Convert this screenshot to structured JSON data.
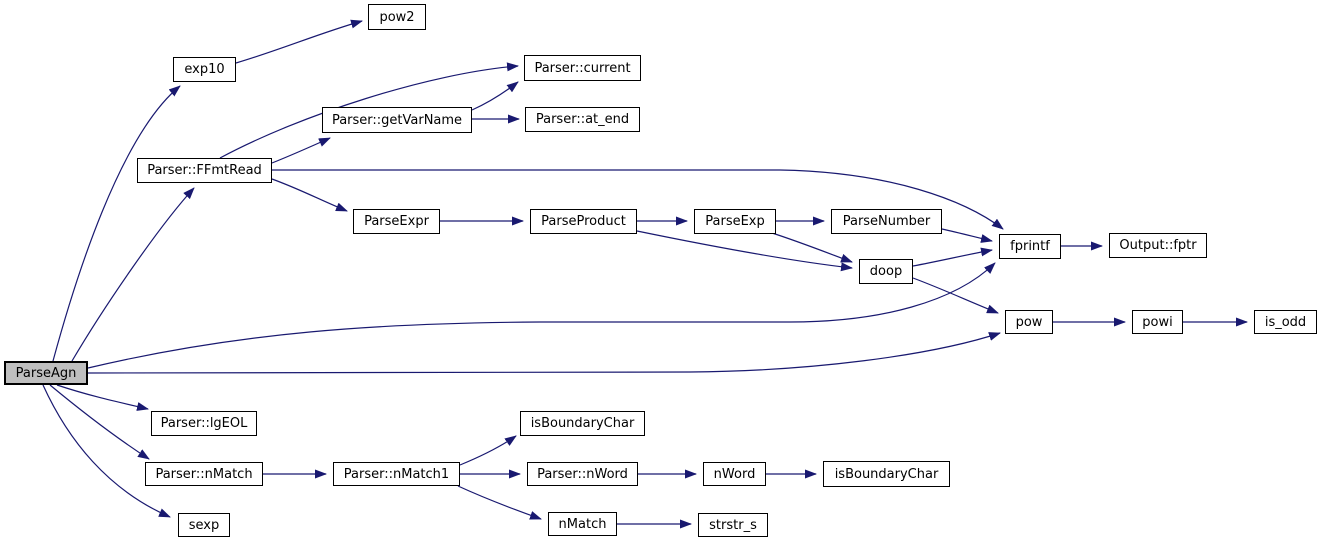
{
  "diagram": {
    "type": "call-graph",
    "root": "ParseAgn"
  },
  "colors": {
    "edge": "#191970",
    "node_fill": "#ffffff",
    "node_border": "#000000",
    "root_fill": "#bfbfbf",
    "text": "#000000"
  },
  "nodes": [
    {
      "id": "ParseAgn",
      "label": "ParseAgn"
    },
    {
      "id": "exp10",
      "label": "exp10"
    },
    {
      "id": "pow2",
      "label": "pow2"
    },
    {
      "id": "ffmtread",
      "label": "Parser::FFmtRead"
    },
    {
      "id": "current",
      "label": "Parser::current"
    },
    {
      "id": "getvarname",
      "label": "Parser::getVarName"
    },
    {
      "id": "at-end",
      "label": "Parser::at_end"
    },
    {
      "id": "parseexpr",
      "label": "ParseExpr"
    },
    {
      "id": "parseproduct",
      "label": "ParseProduct"
    },
    {
      "id": "parseexp",
      "label": "ParseExp"
    },
    {
      "id": "parsenumber",
      "label": "ParseNumber"
    },
    {
      "id": "doop",
      "label": "doop"
    },
    {
      "id": "fprintf",
      "label": "fprintf"
    },
    {
      "id": "output-fptr",
      "label": "Output::fptr"
    },
    {
      "id": "pow",
      "label": "pow"
    },
    {
      "id": "powi",
      "label": "powi"
    },
    {
      "id": "is-odd",
      "label": "is_odd"
    },
    {
      "id": "lgeol",
      "label": "Parser::lgEOL"
    },
    {
      "id": "parser-nmatch",
      "label": "Parser::nMatch"
    },
    {
      "id": "sexp",
      "label": "sexp"
    },
    {
      "id": "nmatch1",
      "label": "Parser::nMatch1"
    },
    {
      "id": "isboundarychar-1",
      "label": "isBoundaryChar"
    },
    {
      "id": "parser-nword",
      "label": "Parser::nWord"
    },
    {
      "id": "nword",
      "label": "nWord"
    },
    {
      "id": "isboundarychar-2",
      "label": "isBoundaryChar"
    },
    {
      "id": "nmatch",
      "label": "nMatch"
    },
    {
      "id": "strstr-s",
      "label": "strstr_s"
    }
  ],
  "edges": [
    {
      "from": "ParseAgn",
      "to": "exp10"
    },
    {
      "from": "ParseAgn",
      "to": "Parser::FFmtRead"
    },
    {
      "from": "ParseAgn",
      "to": "fprintf"
    },
    {
      "from": "ParseAgn",
      "to": "pow"
    },
    {
      "from": "ParseAgn",
      "to": "Parser::lgEOL"
    },
    {
      "from": "ParseAgn",
      "to": "Parser::nMatch"
    },
    {
      "from": "ParseAgn",
      "to": "sexp"
    },
    {
      "from": "exp10",
      "to": "pow2"
    },
    {
      "from": "Parser::FFmtRead",
      "to": "Parser::current"
    },
    {
      "from": "Parser::FFmtRead",
      "to": "Parser::getVarName"
    },
    {
      "from": "Parser::FFmtRead",
      "to": "fprintf"
    },
    {
      "from": "Parser::FFmtRead",
      "to": "ParseExpr"
    },
    {
      "from": "Parser::getVarName",
      "to": "Parser::current"
    },
    {
      "from": "Parser::getVarName",
      "to": "Parser::at_end"
    },
    {
      "from": "ParseExpr",
      "to": "ParseProduct"
    },
    {
      "from": "ParseProduct",
      "to": "ParseExp"
    },
    {
      "from": "ParseProduct",
      "to": "doop"
    },
    {
      "from": "ParseExp",
      "to": "ParseNumber"
    },
    {
      "from": "ParseExp",
      "to": "doop"
    },
    {
      "from": "ParseNumber",
      "to": "fprintf"
    },
    {
      "from": "doop",
      "to": "fprintf"
    },
    {
      "from": "doop",
      "to": "pow"
    },
    {
      "from": "fprintf",
      "to": "Output::fptr"
    },
    {
      "from": "pow",
      "to": "powi"
    },
    {
      "from": "powi",
      "to": "is_odd"
    },
    {
      "from": "Parser::nMatch",
      "to": "Parser::nMatch1"
    },
    {
      "from": "Parser::nMatch1",
      "to": "isBoundaryChar"
    },
    {
      "from": "Parser::nMatch1",
      "to": "Parser::nWord"
    },
    {
      "from": "Parser::nMatch1",
      "to": "nMatch"
    },
    {
      "from": "Parser::nWord",
      "to": "nWord"
    },
    {
      "from": "nWord",
      "to": "isBoundaryChar"
    },
    {
      "from": "nMatch",
      "to": "strstr_s"
    }
  ]
}
